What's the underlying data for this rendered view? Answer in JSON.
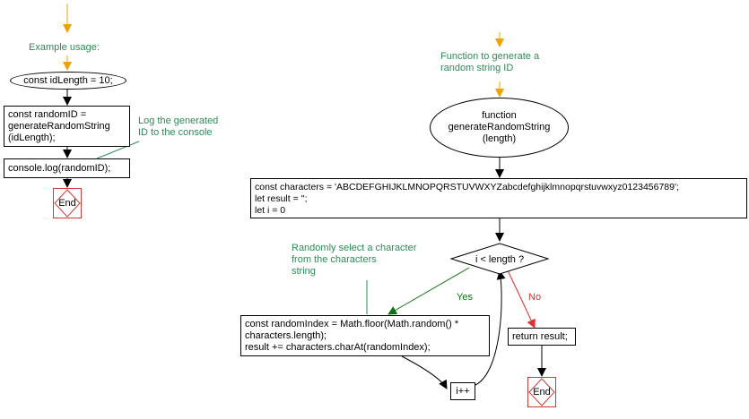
{
  "left_flow": {
    "comment_usage": "Example usage:",
    "start_statement": "const idLength = 10;",
    "random_id_lines": [
      "const randomID =",
      "generateRandomString",
      "(idLength);"
    ],
    "log_comment_lines": [
      "Log the generated",
      "ID to the console"
    ],
    "console_log": "console.log(randomID);",
    "end_label": "End"
  },
  "right_flow": {
    "comment_function_lines": [
      "Function to generate a",
      "random string ID"
    ],
    "function_lines": [
      "function",
      "generateRandomString",
      "(length)"
    ],
    "init_lines": [
      "const characters = 'ABCDEFGHIJKLMNOPQRSTUVWXYZabcdefghijklmnopqrstuvwxyz0123456789';",
      "let result = '';",
      "let i = 0"
    ],
    "loop_condition": "i < length ?",
    "comment_select_lines": [
      "Randomly select a character",
      "from the characters",
      "string"
    ],
    "yes_label": "Yes",
    "no_label": "No",
    "body_lines": [
      "const randomIndex = Math.floor(Math.random() *",
      "characters.length);",
      "result += characters.charAt(randomIndex);"
    ],
    "increment": "i++",
    "return_statement": "return result;",
    "end_label": "End"
  },
  "colors": {
    "comment_arrow": "#f0a000",
    "flow_arrow": "#000000",
    "yes_arrow": "#107010",
    "no_arrow": "#e03030",
    "comment_text": "#2e8b57",
    "end_border": "#d23a3a"
  }
}
